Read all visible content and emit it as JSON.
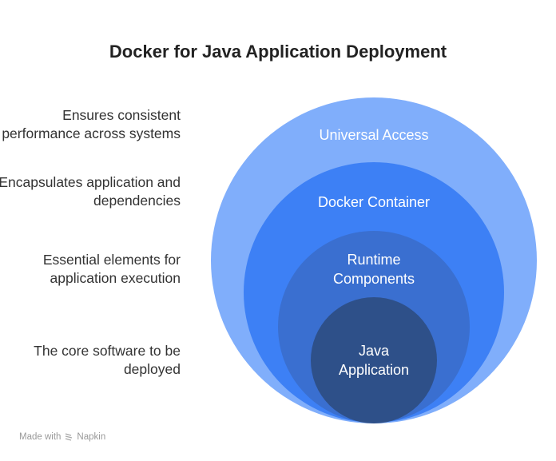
{
  "title": "Docker for Java Application Deployment",
  "layers": [
    {
      "label": [
        "Universal Access"
      ],
      "description": "Ensures consistent performance across systems",
      "color": "#80AEFB"
    },
    {
      "label": [
        "Docker Container"
      ],
      "description": "Encapsulates application and dependencies",
      "color": "#3D80F5"
    },
    {
      "label": [
        "Runtime",
        "Components"
      ],
      "description": "Essential elements for application execution",
      "color": "#3A6FD0"
    },
    {
      "label": [
        "Java",
        "Application"
      ],
      "description": "The core software to be deployed",
      "color": "#2E5089"
    }
  ],
  "watermark": {
    "prefix": "Made with",
    "brand": "Napkin"
  }
}
